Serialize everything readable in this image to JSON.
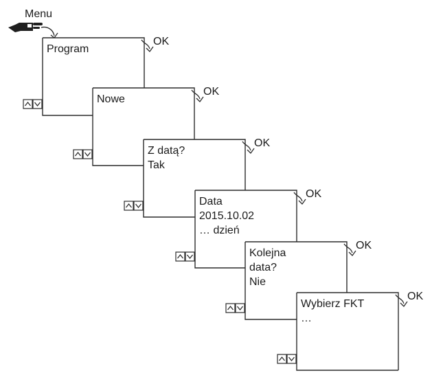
{
  "menu_label": "Menu",
  "ok_label": "OK",
  "steps": [
    {
      "lines": [
        "Program"
      ]
    },
    {
      "lines": [
        "Nowe"
      ]
    },
    {
      "lines": [
        "Z datą?",
        "Tak"
      ]
    },
    {
      "lines": [
        "Data",
        "2015.10.02",
        "… dzień"
      ]
    },
    {
      "lines": [
        "Kolejna",
        "data?",
        "Nie"
      ]
    },
    {
      "lines": [
        "Wybierz FKT",
        "…"
      ]
    }
  ],
  "icons": {
    "menu": "pointing-hand-icon",
    "confirm": "curved-arrow-icon",
    "navigate": "up-down-arrow-buttons-icon"
  },
  "colors": {
    "line": "#2a2a2a",
    "background": "#ffffff"
  }
}
